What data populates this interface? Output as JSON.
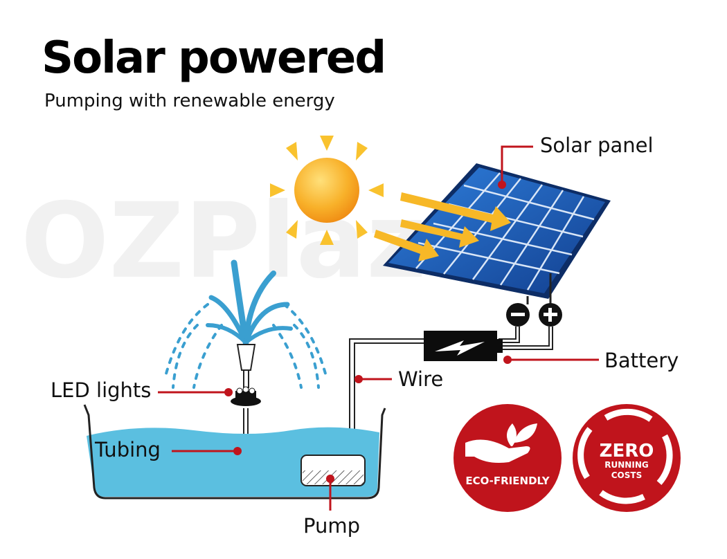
{
  "title": "Solar powered",
  "subtitle": "Pumping with renewable energy",
  "watermark": "OZPlaza",
  "labels": {
    "solar_panel": "Solar panel",
    "battery": "Battery",
    "wire": "Wire",
    "led_lights": "LED lights",
    "tubing": "Tubing",
    "pump": "Pump"
  },
  "badges": {
    "eco": "ECO-FRIENDLY",
    "zero_title": "ZERO",
    "zero_line1": "RUNNING",
    "zero_line2": "COSTS"
  },
  "colors": {
    "accent_red": "#c0141c",
    "water": "#5bbfe0",
    "panel_blue": "#1f5fb8",
    "sun": "#f7a21b",
    "ray": "#f9c22e"
  }
}
